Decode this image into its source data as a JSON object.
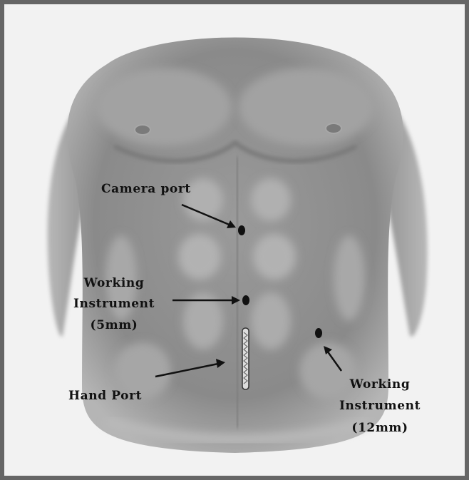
{
  "labels": {
    "camera_port": "Camera port",
    "working_5mm_line1": "Working",
    "working_5mm_line2": "Instrument",
    "working_5mm_line3": "(5mm)",
    "hand_port": "Hand Port",
    "working_12mm_line1": "Working",
    "working_12mm_line2": "Instrument",
    "working_12mm_line3": "(12mm)"
  },
  "colors": {
    "frame_border": "#666666",
    "background": "#f2f2f2",
    "skin": "#8f8f8f",
    "marker": "#111111"
  }
}
